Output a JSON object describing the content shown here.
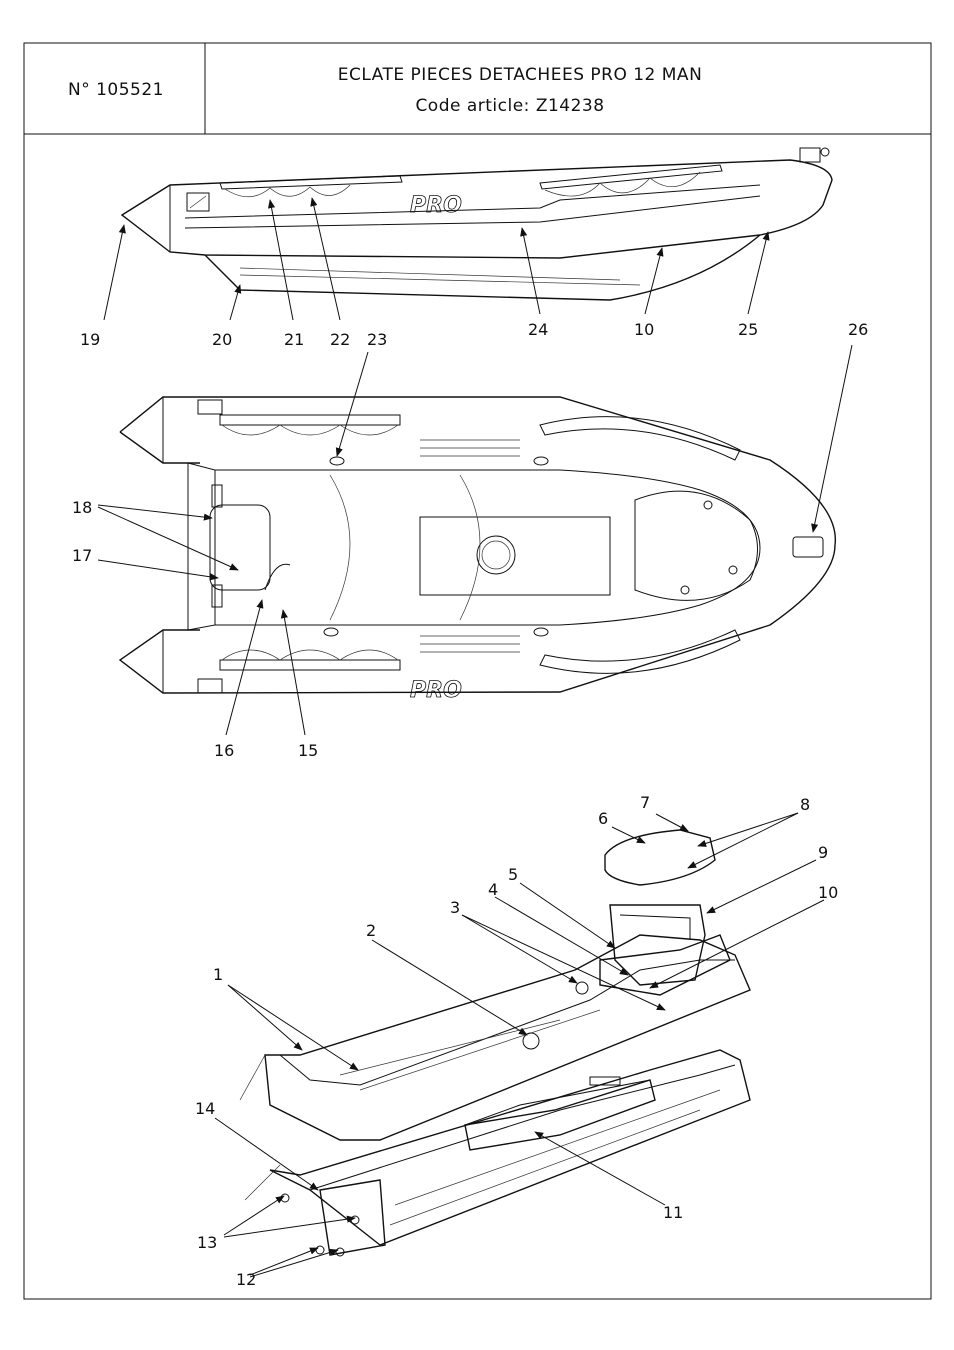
{
  "header": {
    "doc_number": "N° 105521",
    "title": "ECLATE PIECES DETACHEES PRO 12 MAN",
    "code_article": "Code article: Z14238"
  },
  "hull_side_view": {
    "logo_text": "PRO",
    "labels": [
      "19",
      "20",
      "21",
      "22",
      "23",
      "24",
      "10",
      "25",
      "26"
    ]
  },
  "hull_top_view": {
    "logo_text": "PRO",
    "labels": [
      "18",
      "17",
      "16",
      "15"
    ]
  },
  "exploded_view": {
    "labels": [
      "1",
      "2",
      "3",
      "4",
      "5",
      "6",
      "7",
      "8",
      "9",
      "10",
      "11",
      "12",
      "13",
      "14"
    ]
  }
}
